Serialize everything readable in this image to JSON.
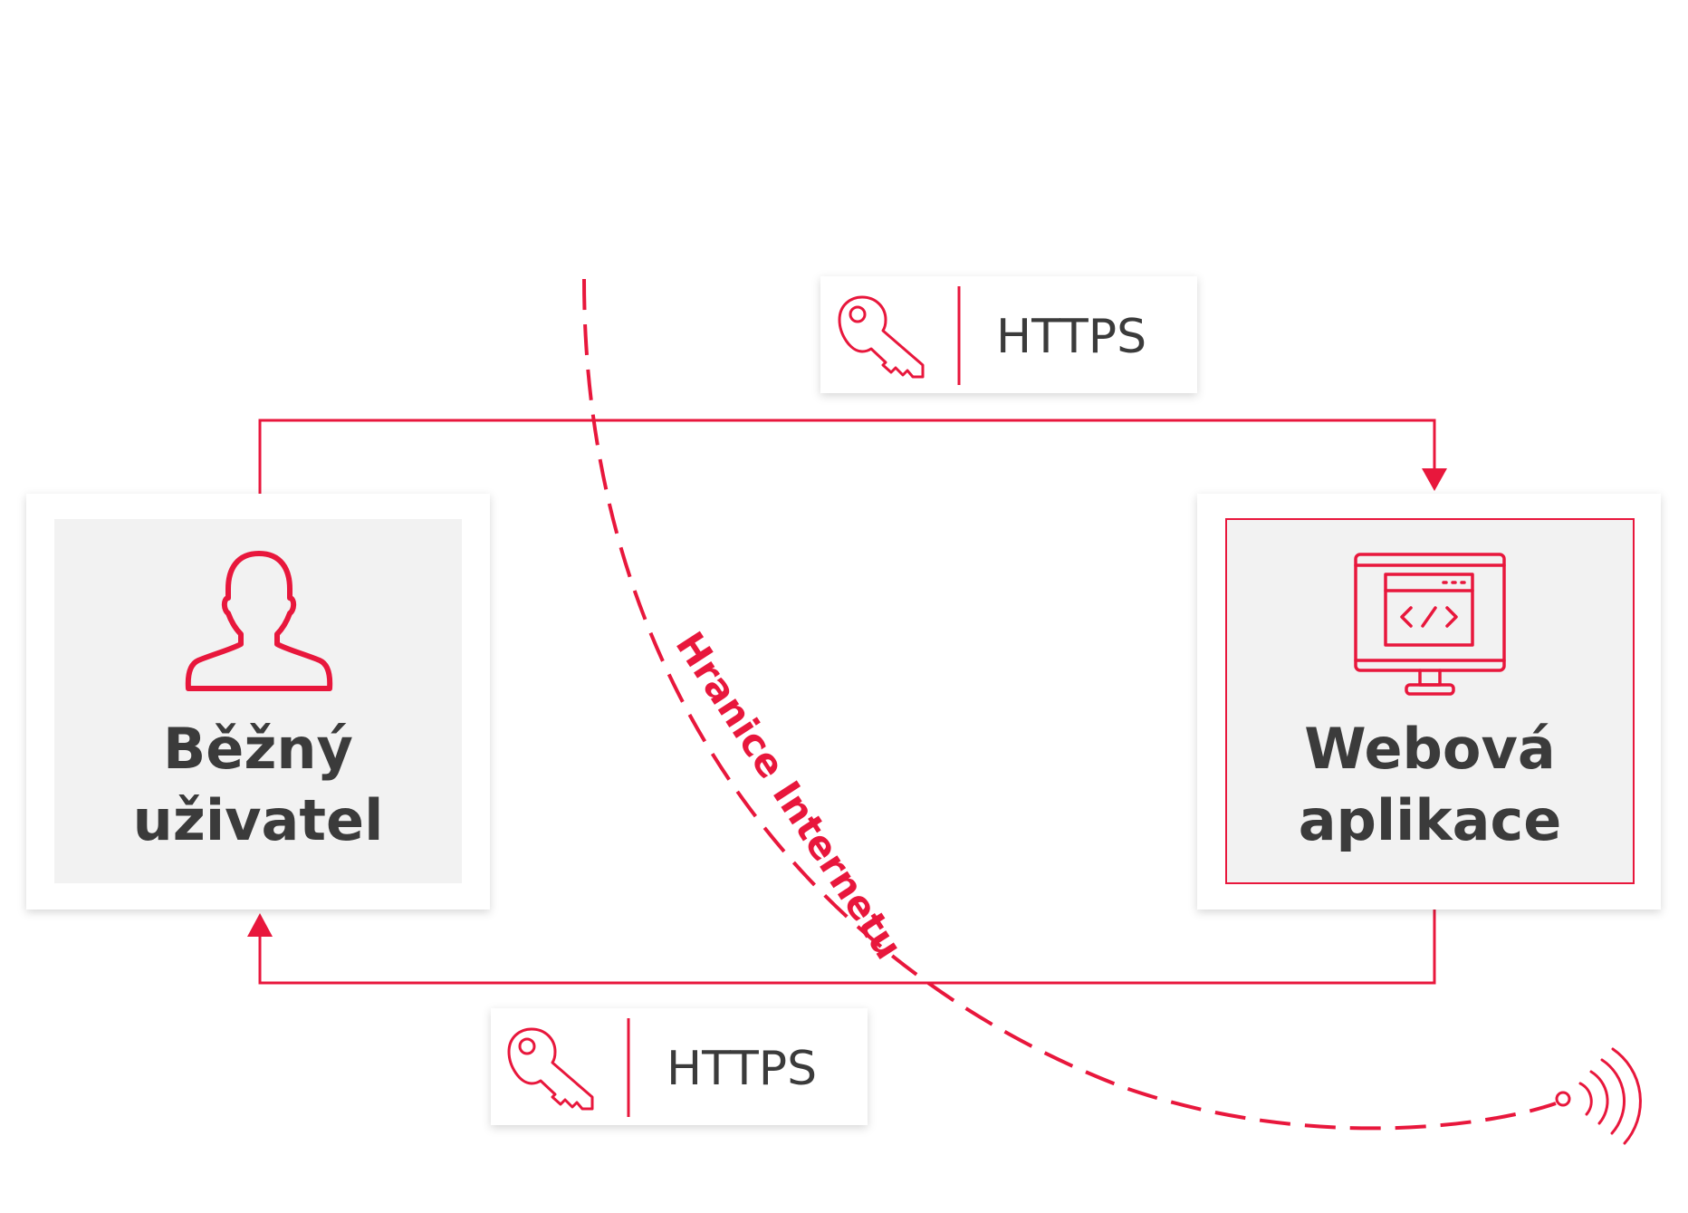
{
  "colors": {
    "accent": "#e8173c",
    "text": "#3b3b3b",
    "box_fill": "#f2f2f2",
    "frame": "#ffffff"
  },
  "user_box": {
    "label_line1": "Běžný",
    "label_line2": "uživatel",
    "icon": "user-icon"
  },
  "app_box": {
    "label_line1": "Webová",
    "label_line2": "aplikace",
    "icon": "monitor-code-icon"
  },
  "connection_top": {
    "label": "HTTPS",
    "icon": "key-icon"
  },
  "connection_bottom": {
    "label": "HTTPS",
    "icon": "key-icon"
  },
  "boundary": {
    "label": "Hranice Internetu",
    "icon": "wifi-signal-icon"
  }
}
